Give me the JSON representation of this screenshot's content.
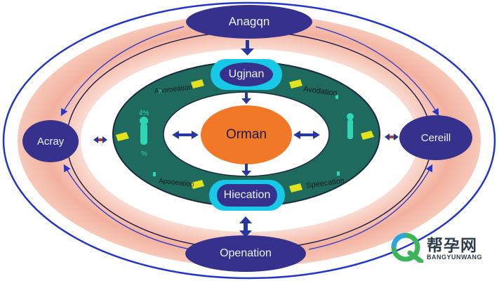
{
  "diagram": {
    "nodes": {
      "top": "Anagqn",
      "left": "Acray",
      "right": "Cereill",
      "bottom": "Openation",
      "inner_top": "Ugjnan",
      "inner_bottom": "Hiecation",
      "center": "Orman"
    },
    "ring_labels": {
      "upper_left": "Aporoeation",
      "upper_right": "Avodation",
      "lower_left": "Apooeation",
      "lower_right": "Speecation"
    },
    "ring_marks": {
      "left": "%",
      "left_top": "4%"
    },
    "colors": {
      "dark_node": "#35318c",
      "teal_ring": "#1f6a5f",
      "cyan": "#17c9e6",
      "orange": "#f07826",
      "peach": "#f3b19f",
      "outline": "#2336c9"
    }
  },
  "watermark": {
    "title": "帮孕网",
    "subtitle": "BANGYUNWANG"
  }
}
